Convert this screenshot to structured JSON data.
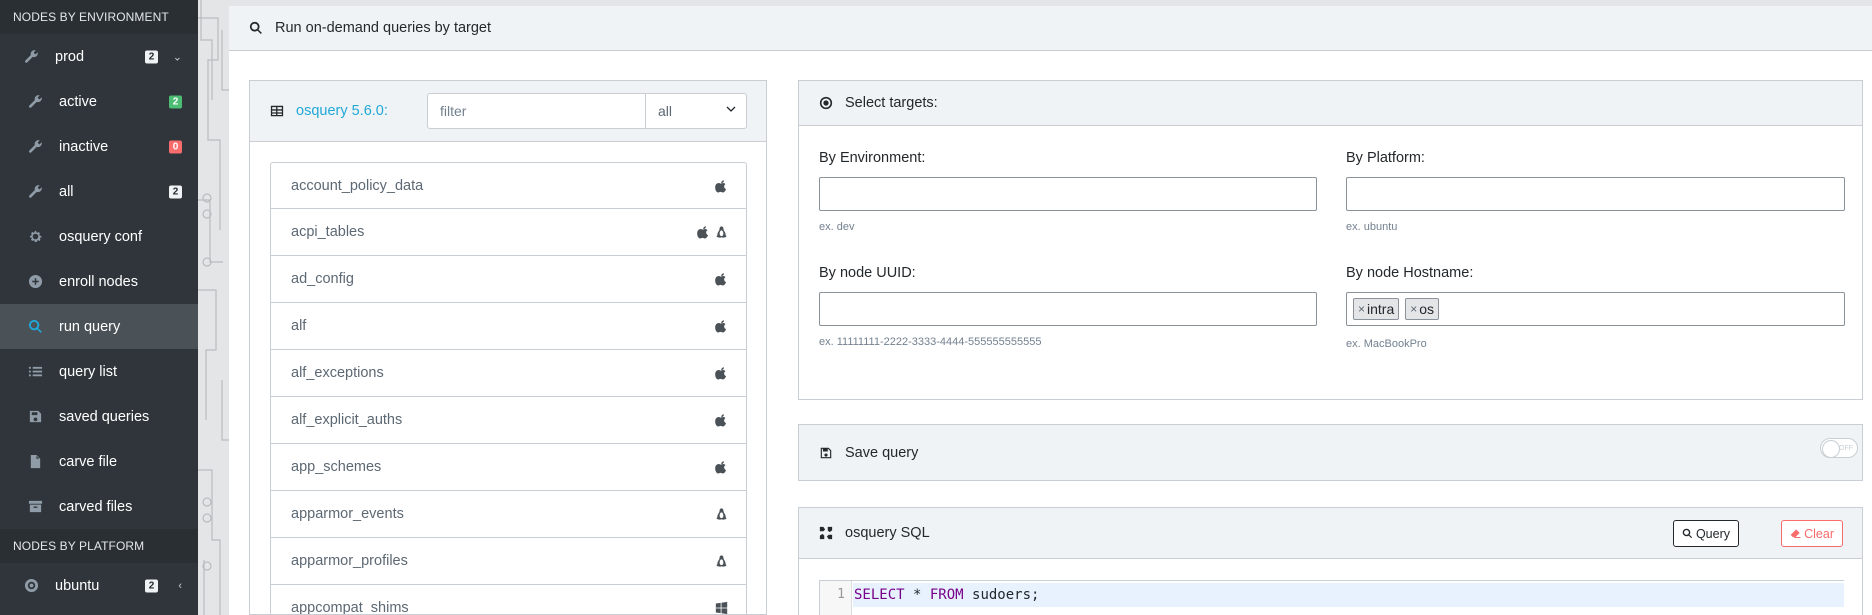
{
  "sidebar": {
    "section_env": "NODES BY ENVIRONMENT",
    "env_items": [
      {
        "label": "prod",
        "badge": "2",
        "icon": "wrench-icon"
      },
      {
        "label": "active",
        "badge": "2",
        "icon": "wrench-icon"
      },
      {
        "label": "inactive",
        "badge": "0",
        "icon": "wrench-icon"
      },
      {
        "label": "all",
        "badge": "2",
        "icon": "wrench-icon"
      },
      {
        "label": "osquery conf",
        "icon": "gear-icon"
      },
      {
        "label": "enroll nodes",
        "icon": "plus-circle-icon"
      },
      {
        "label": "run query",
        "icon": "search-icon"
      },
      {
        "label": "query list",
        "icon": "list-icon"
      },
      {
        "label": "saved queries",
        "icon": "save-icon"
      },
      {
        "label": "carve file",
        "icon": "file-icon"
      },
      {
        "label": "carved files",
        "icon": "archive-icon"
      }
    ],
    "section_platform": "NODES BY PLATFORM",
    "platform_items": [
      {
        "label": "ubuntu",
        "badge": "2",
        "icon": "ubuntu-icon"
      }
    ]
  },
  "main": {
    "title": "Run on-demand queries by target"
  },
  "tables": {
    "version_link": "osquery 5.6.0:",
    "filter_placeholder": "filter",
    "platform_select": "all",
    "rows": [
      {
        "name": "account_policy_data",
        "os": [
          "apple"
        ]
      },
      {
        "name": "acpi_tables",
        "os": [
          "apple",
          "linux"
        ]
      },
      {
        "name": "ad_config",
        "os": [
          "apple"
        ]
      },
      {
        "name": "alf",
        "os": [
          "apple"
        ]
      },
      {
        "name": "alf_exceptions",
        "os": [
          "apple"
        ]
      },
      {
        "name": "alf_explicit_auths",
        "os": [
          "apple"
        ]
      },
      {
        "name": "app_schemes",
        "os": [
          "apple"
        ]
      },
      {
        "name": "apparmor_events",
        "os": [
          "linux"
        ]
      },
      {
        "name": "apparmor_profiles",
        "os": [
          "linux"
        ]
      },
      {
        "name": "appcompat_shims",
        "os": [
          "windows"
        ]
      }
    ]
  },
  "targets": {
    "title": "Select targets:",
    "env_label": "By Environment:",
    "env_hint": "ex. dev",
    "platform_label": "By Platform:",
    "platform_hint": "ex. ubuntu",
    "uuid_label": "By node UUID:",
    "uuid_hint": "ex. 11111111-2222-3333-4444-555555555555",
    "hostname_label": "By node Hostname:",
    "hostname_hint": "ex. MacBookPro",
    "hostname_tags": [
      "intra",
      "os"
    ],
    "tag_remove": "×"
  },
  "save": {
    "title": "Save query",
    "toggle_label": "OFF"
  },
  "sql": {
    "title": "osquery SQL",
    "query_button": "Query",
    "clear_button": "Clear",
    "line_number": "1",
    "code_kw1": "SELECT",
    "code_mid": " * ",
    "code_kw2": "FROM",
    "code_rest": " sudoers;"
  }
}
